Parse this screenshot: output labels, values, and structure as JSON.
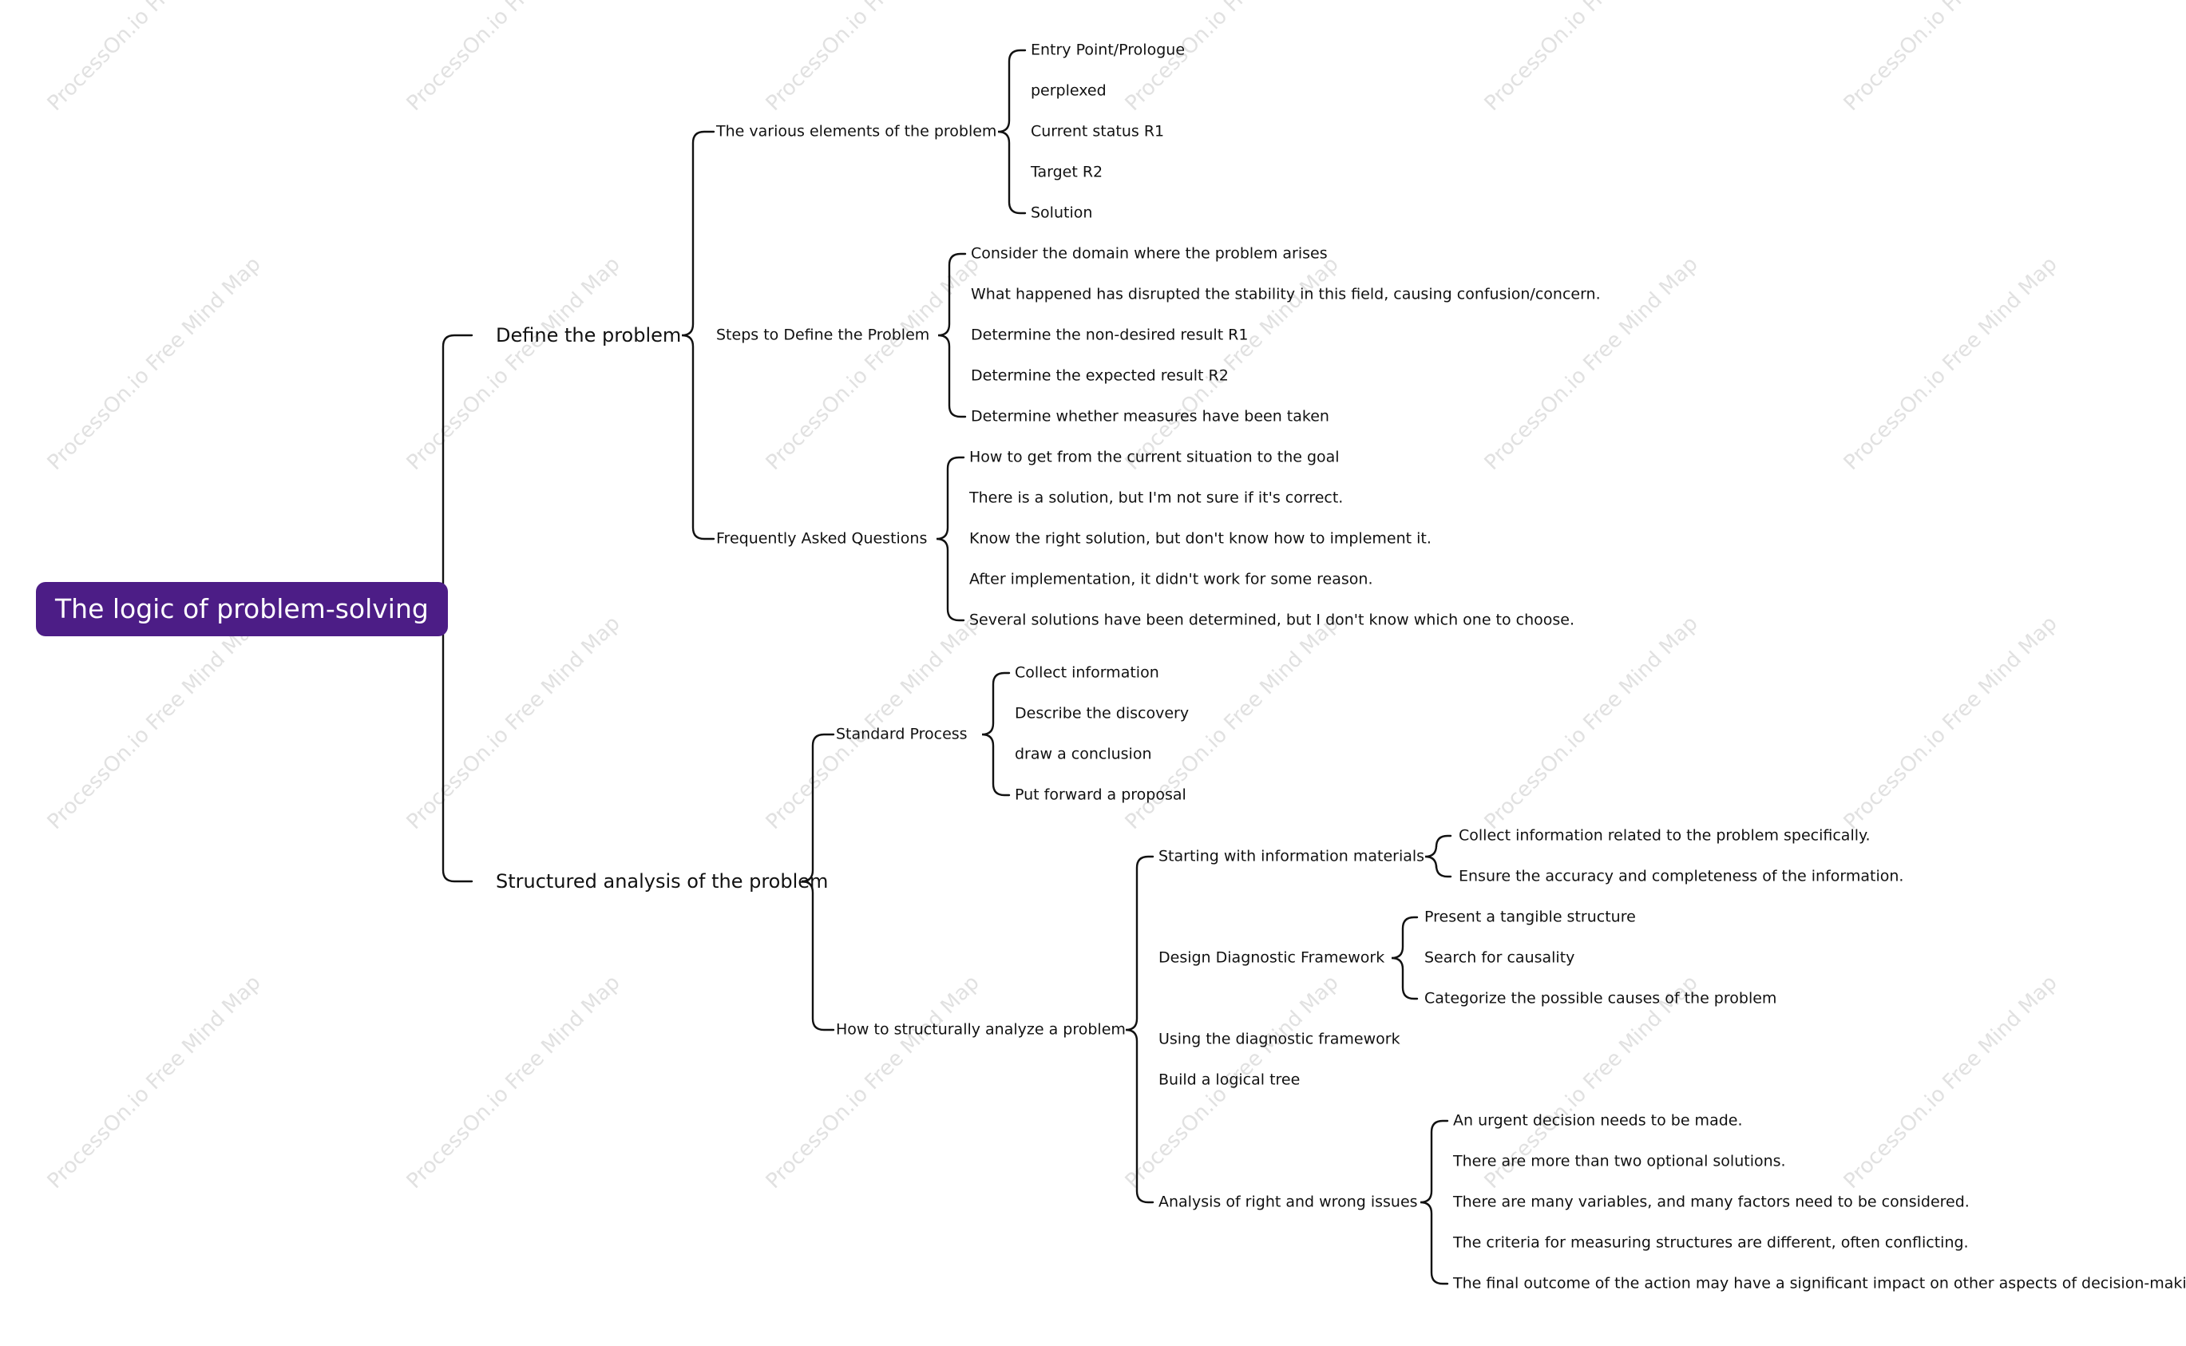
{
  "watermark": "ProcessOn.io Free Mind Map",
  "colors": {
    "root_bg": "#4c1d86",
    "root_text": "#ffffff",
    "line": "#111111",
    "watermark": "#e1e1e1"
  },
  "mindmap": {
    "root": "The logic of problem-solving",
    "define": {
      "label": "Define the problem",
      "elements": {
        "label": "The various elements of the problem",
        "items": [
          "Entry Point/Prologue",
          "perplexed",
          "Current status R1",
          "Target R2",
          "Solution"
        ]
      },
      "steps": {
        "label": "Steps to Define the Problem",
        "items": [
          "Consider the domain where the problem arises",
          "What happened has disrupted the stability in this field, causing confusion/concern.",
          "Determine the non-desired result R1",
          "Determine the expected result R2",
          "Determine whether measures have been taken"
        ]
      },
      "faq": {
        "label": "Frequently Asked Questions",
        "items": [
          "How to get from the current situation to the goal",
          "There is a solution, but I'm not sure if it's correct.",
          "Know the right solution, but don't know how to implement it.",
          "After implementation, it didn't work for some reason.",
          "Several solutions have been determined, but I don't know which one to choose."
        ]
      }
    },
    "structured": {
      "label": "Structured analysis of the problem",
      "standard": {
        "label": "Standard Process",
        "items": [
          "Collect information",
          "Describe the discovery",
          "draw a conclusion",
          "Put forward a proposal"
        ]
      },
      "how": {
        "label": "How to structurally analyze a problem",
        "info": {
          "label": "Starting with information materials",
          "items": [
            "Collect information related to the problem specifically.",
            "Ensure the accuracy and completeness of the information."
          ]
        },
        "design": {
          "label": "Design Diagnostic Framework",
          "items": [
            "Present a tangible structure",
            "Search for causality",
            "Categorize the possible causes of the problem"
          ]
        },
        "using": "Using the diagnostic framework",
        "tree": "Build a logical tree",
        "rightwrong": {
          "label": "Analysis of right and wrong issues",
          "items": [
            "An urgent decision needs to be made.",
            "There are more than two optional solutions.",
            "There are many variables, and many factors need to be considered.",
            "The criteria for measuring structures are different, often conflicting.",
            "The final outcome of the action may have a significant impact on other aspects of decision-making."
          ]
        }
      }
    }
  }
}
